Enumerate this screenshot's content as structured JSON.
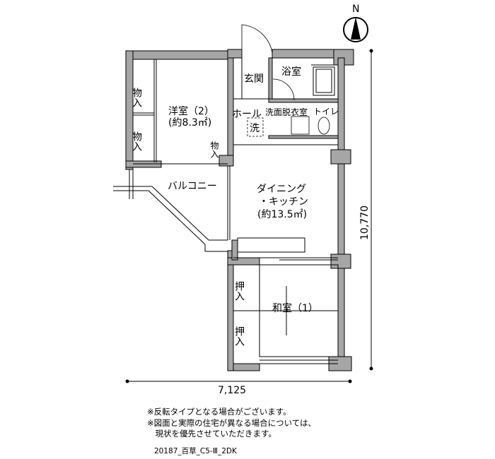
{
  "compass": {
    "label": "N"
  },
  "rooms": {
    "western": {
      "name": "洋室（2）",
      "area": "(約8.3㎡)"
    },
    "storage1": "物入",
    "storage2": "物入",
    "storage3": "物入",
    "entrance": "玄関",
    "bath": "浴室",
    "hall": "ホール",
    "washroom": "洗面脱衣室",
    "toilet": "トイレ",
    "washer": "洗",
    "balcony": "バルコニー",
    "dining": {
      "line1": "ダイニング",
      "line2": "・キッチン",
      "area": "(約13.5㎡)"
    },
    "closet1": "押入",
    "closet2": "押入",
    "japanese": "和室（1）"
  },
  "dimensions": {
    "height": "10,770",
    "width": "7,125"
  },
  "notes": [
    "※反転タイプとなる場合がございます。",
    "※図面と実際の住宅が異なる場合については、",
    "　現状を優先させていただきます。"
  ],
  "plan_id": "20187_百草_C5-Ⅲ_2DK"
}
